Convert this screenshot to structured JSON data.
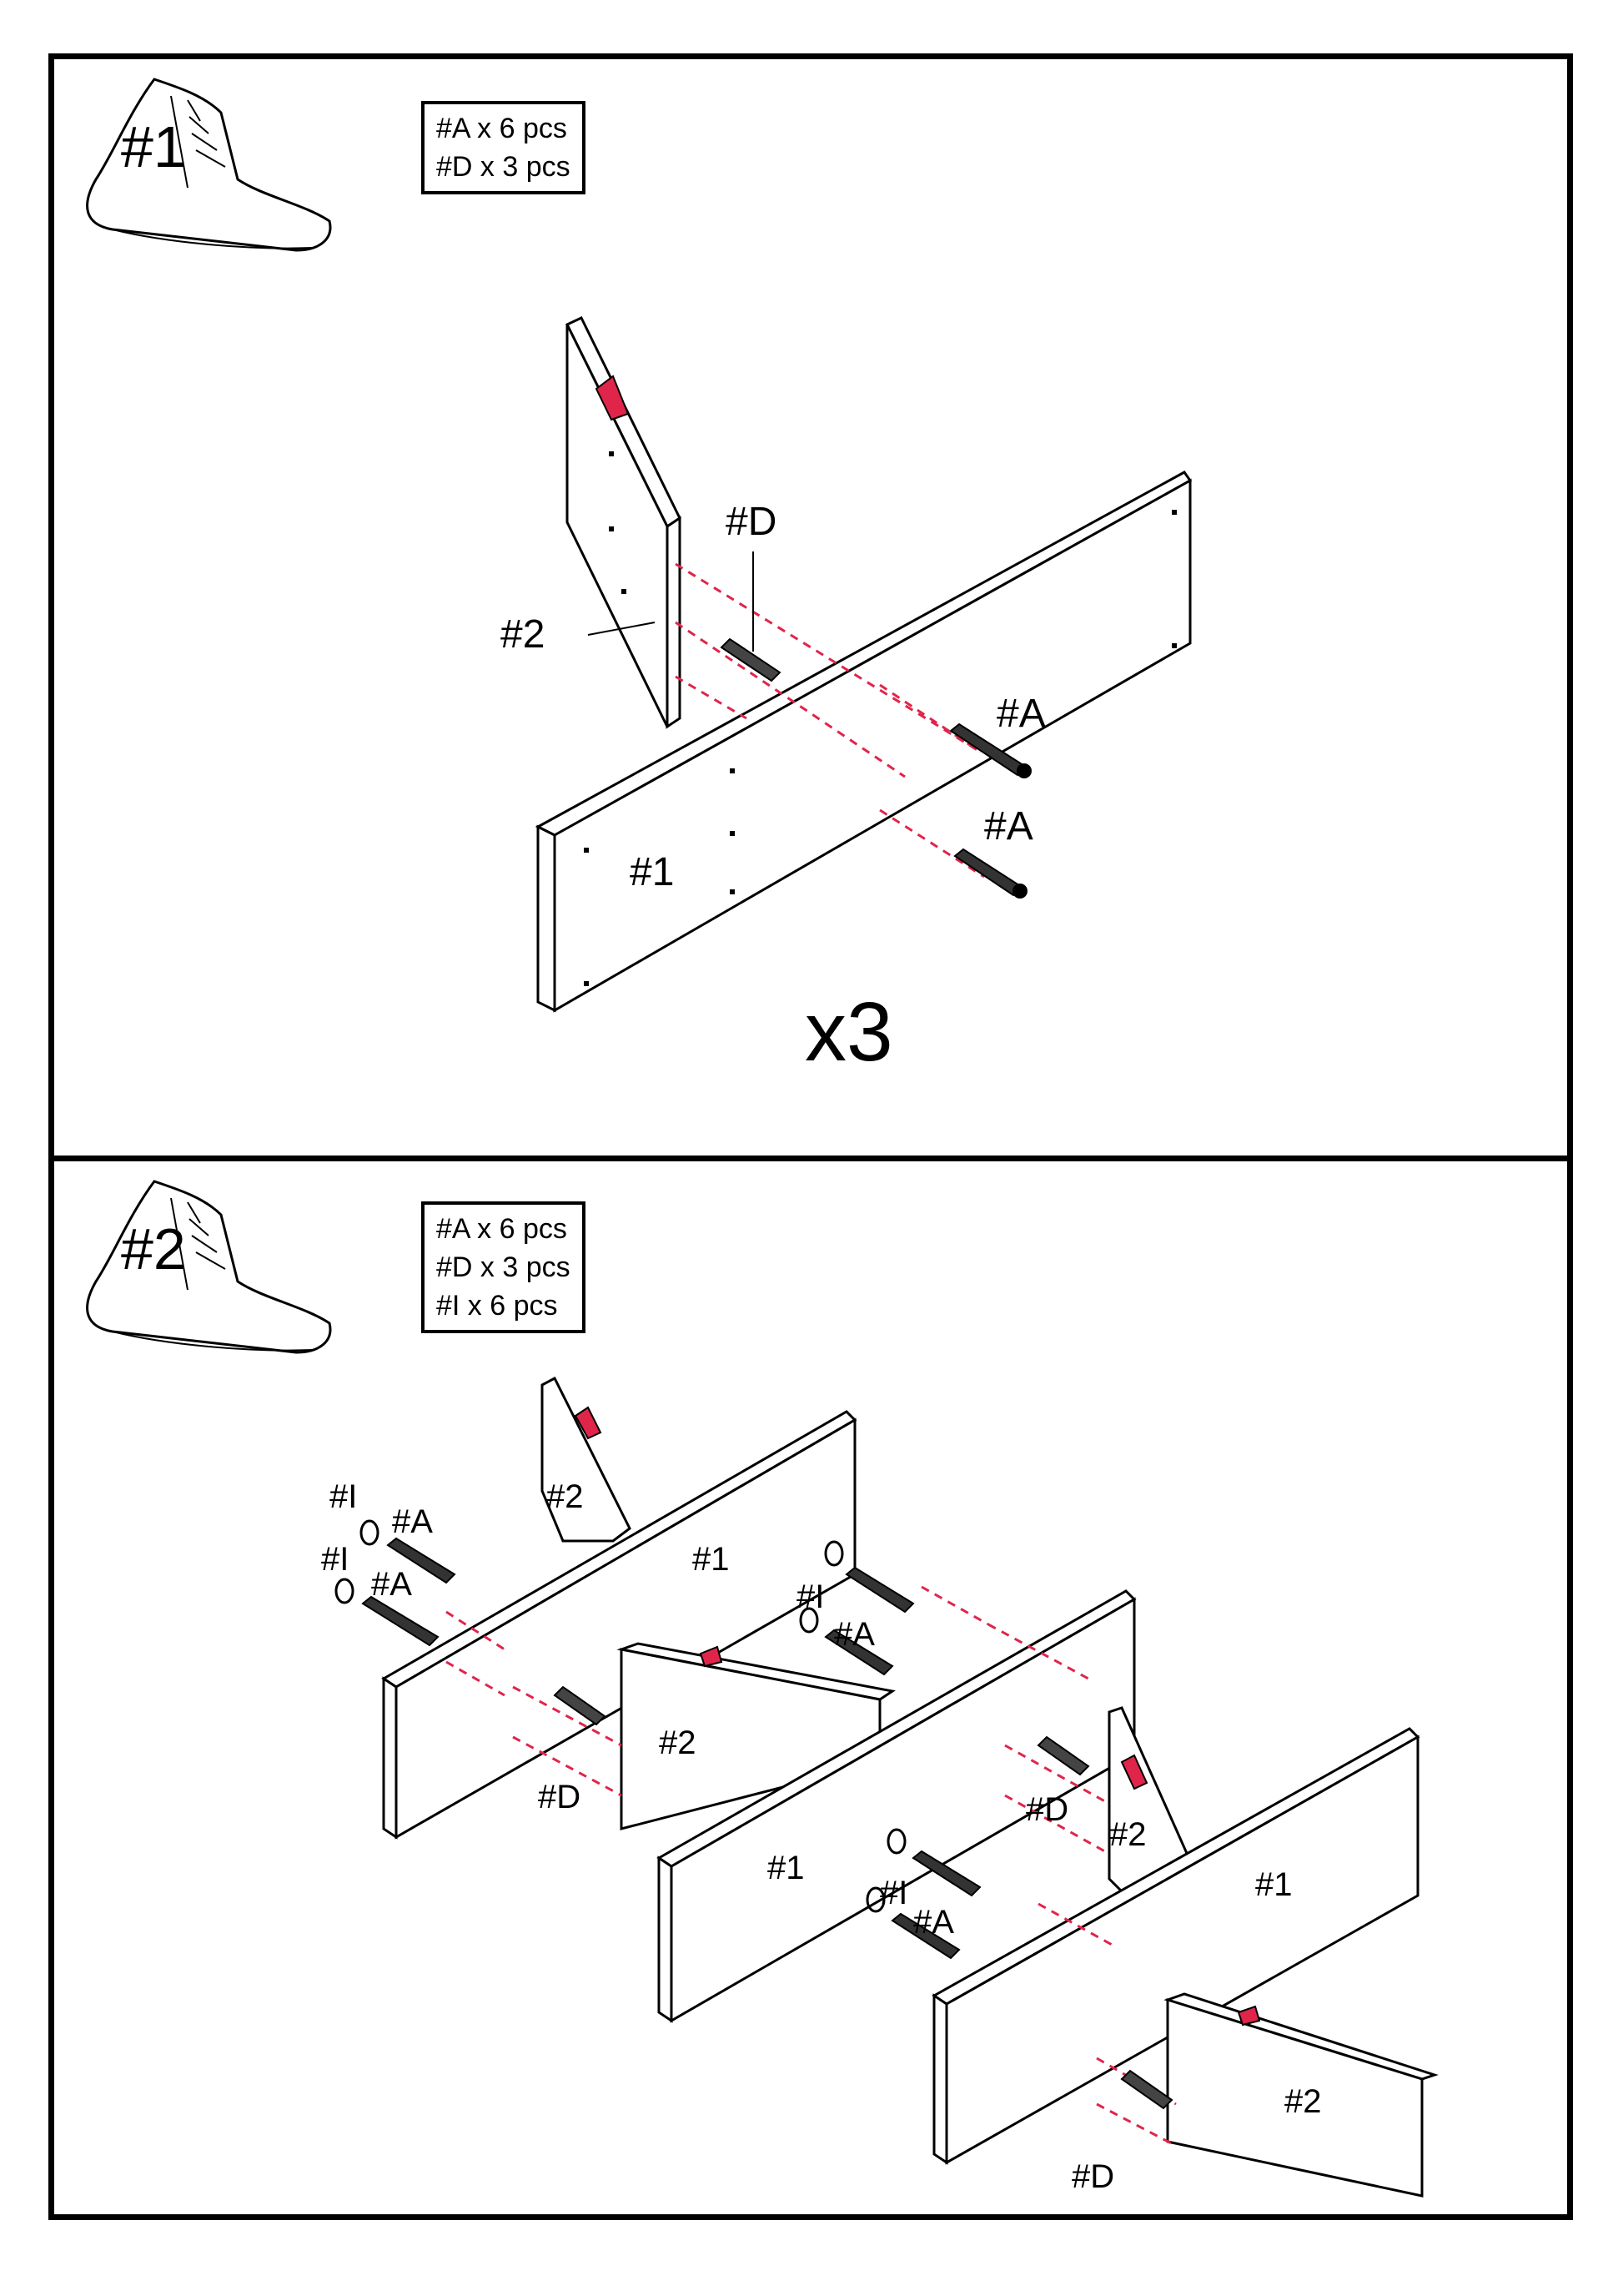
{
  "step1": {
    "shoe_label": "#1",
    "parts": [
      "#A x 6 pcs",
      "#D x 3 pcs"
    ],
    "labels": {
      "panel_side": "#2",
      "panel_main": "#1",
      "dowel": "#D",
      "screw_top": "#A",
      "screw_bottom": "#A",
      "multiplier": "x3"
    }
  },
  "step2": {
    "shoe_label": "#2",
    "parts": [
      "#A x 6 pcs",
      "#D x 3 pcs",
      "#I x 6 pcs"
    ],
    "labels": {
      "i1": "#I",
      "a1": "#A",
      "i2": "#I",
      "a2": "#A",
      "p2_top": "#2",
      "p1_left": "#1",
      "i3": "#I",
      "a3": "#A",
      "p2_mid": "#2",
      "d1": "#D",
      "p1_mid": "#1",
      "d2": "#D",
      "p2_right": "#2",
      "i4": "#I",
      "a4": "#A",
      "p1_right": "#1",
      "p2_bottom": "#2",
      "d3": "#D"
    }
  },
  "colors": {
    "accent": "#e0254a",
    "dash": "#e0254a",
    "line": "#000000"
  },
  "icons": [
    "sneaker-icon",
    "screw-icon",
    "dowel-icon",
    "washer-icon",
    "arrow-icon"
  ]
}
